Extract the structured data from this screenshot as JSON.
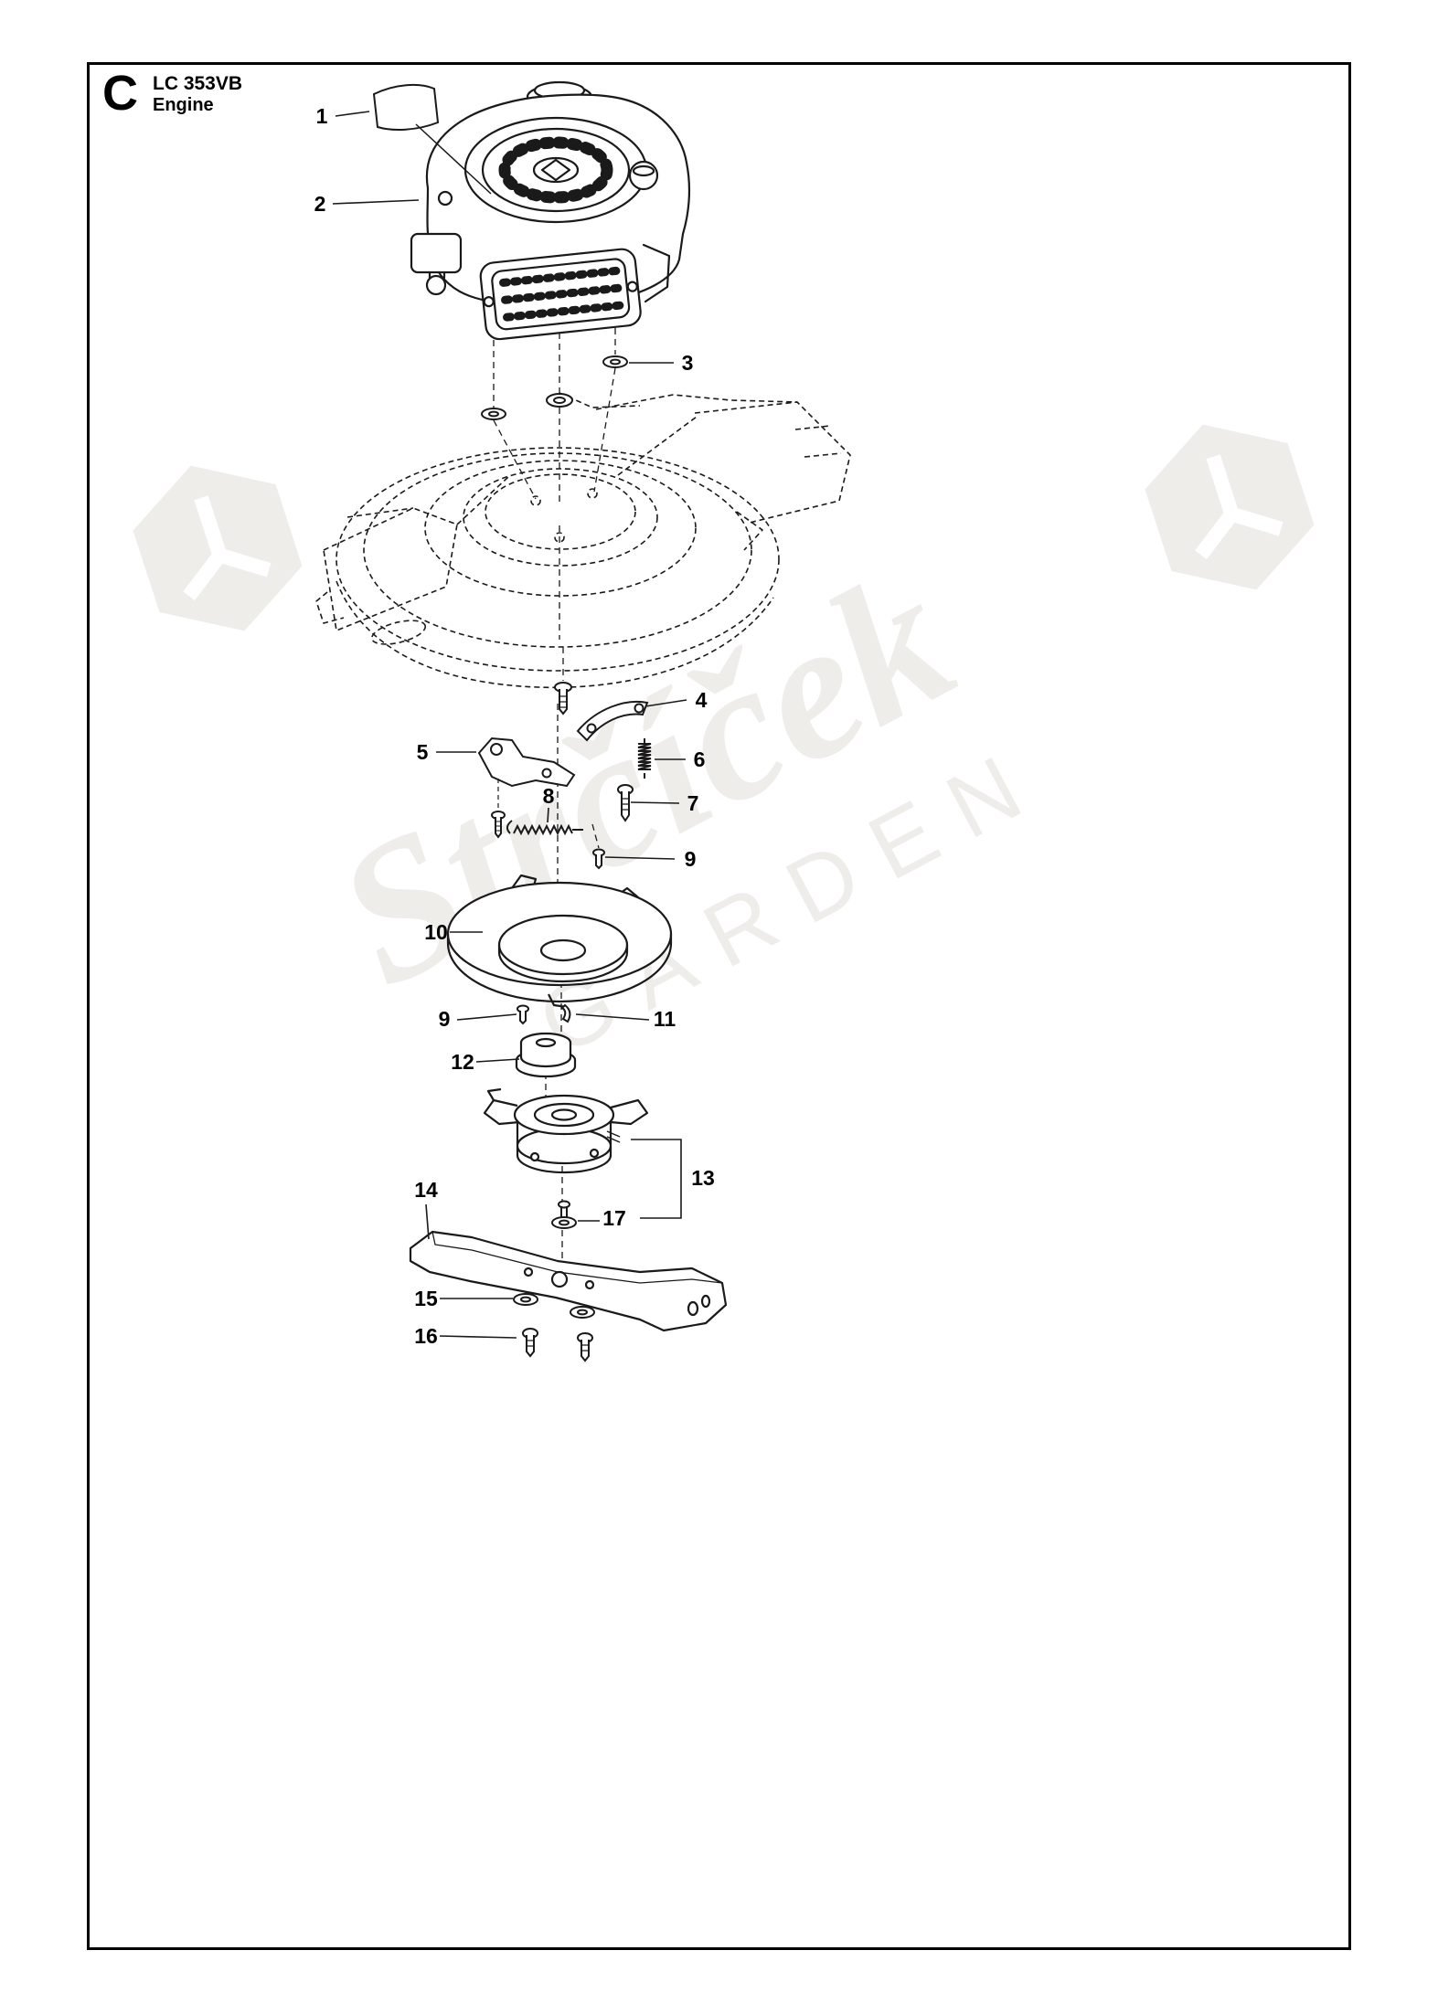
{
  "page": {
    "section_letter": "C",
    "model": "LC 353VB",
    "subtitle": "Engine"
  },
  "watermark": {
    "brand": "Strčíček",
    "text": "GARDEN",
    "color": "#efedea"
  },
  "diagram": {
    "line_color": "#1a1a1a",
    "background": "#ffffff",
    "callouts": [
      {
        "label": "1"
      },
      {
        "label": "2"
      },
      {
        "label": "3"
      },
      {
        "label": "4"
      },
      {
        "label": "5"
      },
      {
        "label": "6"
      },
      {
        "label": "7"
      },
      {
        "label": "8"
      },
      {
        "label": "9"
      },
      {
        "label": "10"
      },
      {
        "label": "9"
      },
      {
        "label": "11"
      },
      {
        "label": "12"
      },
      {
        "label": "13"
      },
      {
        "label": "14"
      },
      {
        "label": "15"
      },
      {
        "label": "16"
      },
      {
        "label": "17"
      }
    ]
  }
}
